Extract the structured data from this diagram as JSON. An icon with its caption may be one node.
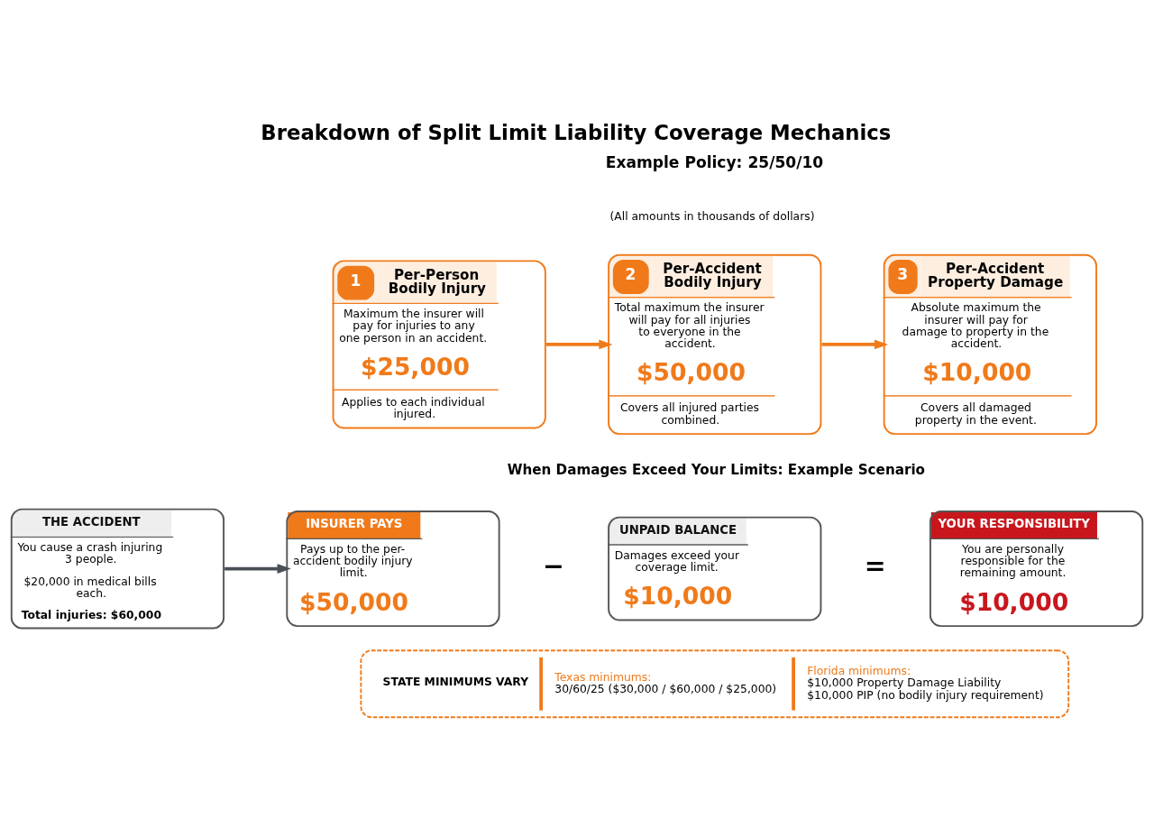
{
  "diagram": {
    "title": "Breakdown of Split Limit Liability Coverage Mechanics",
    "nodes": [
      {
        "text": [
          "1",
          "Per-Person Bodily Injury",
          "Maximum the insurer will pay for injuries to any one person in an accident.",
          "$25,000",
          "Applies to each individual injured."
        ]
      },
      {
        "text": [
          "2",
          "Per-Accident Bodily Injury",
          "Total maximum the insurer will pay for all injuries to everyone in the accident.",
          "$50,000",
          "Covers all injured parties combined."
        ]
      },
      {
        "text": [
          "3",
          "Per-Accident Property Damage",
          "Absolute maximum the insurer will pay for damage to property in the accident.",
          "$10,000",
          "Covers all damaged property in the event."
        ]
      },
      {
        "text": [
          "THE ACCIDENT",
          "You cause a crash injuring 3 people.",
          "$20,000 in medical bills each.",
          "Total injuries: $60,000"
        ]
      },
      {
        "text": [
          "INSURER PAYS",
          "Pays up to the per-accident bodily injury limit.",
          "$50,000"
        ]
      },
      {
        "text": [
          "UNPAID BALANCE",
          "Damages exceed your coverage limit.",
          "$10,000"
        ]
      },
      {
        "text": [
          "YOUR RESPONSIBILITY",
          "You are personally responsible for the remaining amount.",
          "$10,000"
        ]
      },
      {
        "text": [
          "STATE MINIMUMS VARY",
          "Texas minimums:",
          "30/60/25 ($30,000 / $60,000 / $25,000)",
          "Florida minimums:",
          "$10,000 Property Damage Liability",
          "$10,000 PIP (no bodily injury requirement)"
        ]
      }
    ],
    "edges": [
      {
        "from": 0,
        "to": 1,
        "arrow": "to"
      },
      {
        "from": 1,
        "to": 2,
        "arrow": "to"
      },
      {
        "from": 3,
        "to": 4,
        "arrow": "to",
        "color": "#4a5058"
      }
    ],
    "labels": [
      "Example Policy: 25/50/10",
      "(All amounts in thousands of dollars)",
      "When Damages Exceed Your Limits: Example Scenario",
      "−",
      "="
    ]
  }
}
